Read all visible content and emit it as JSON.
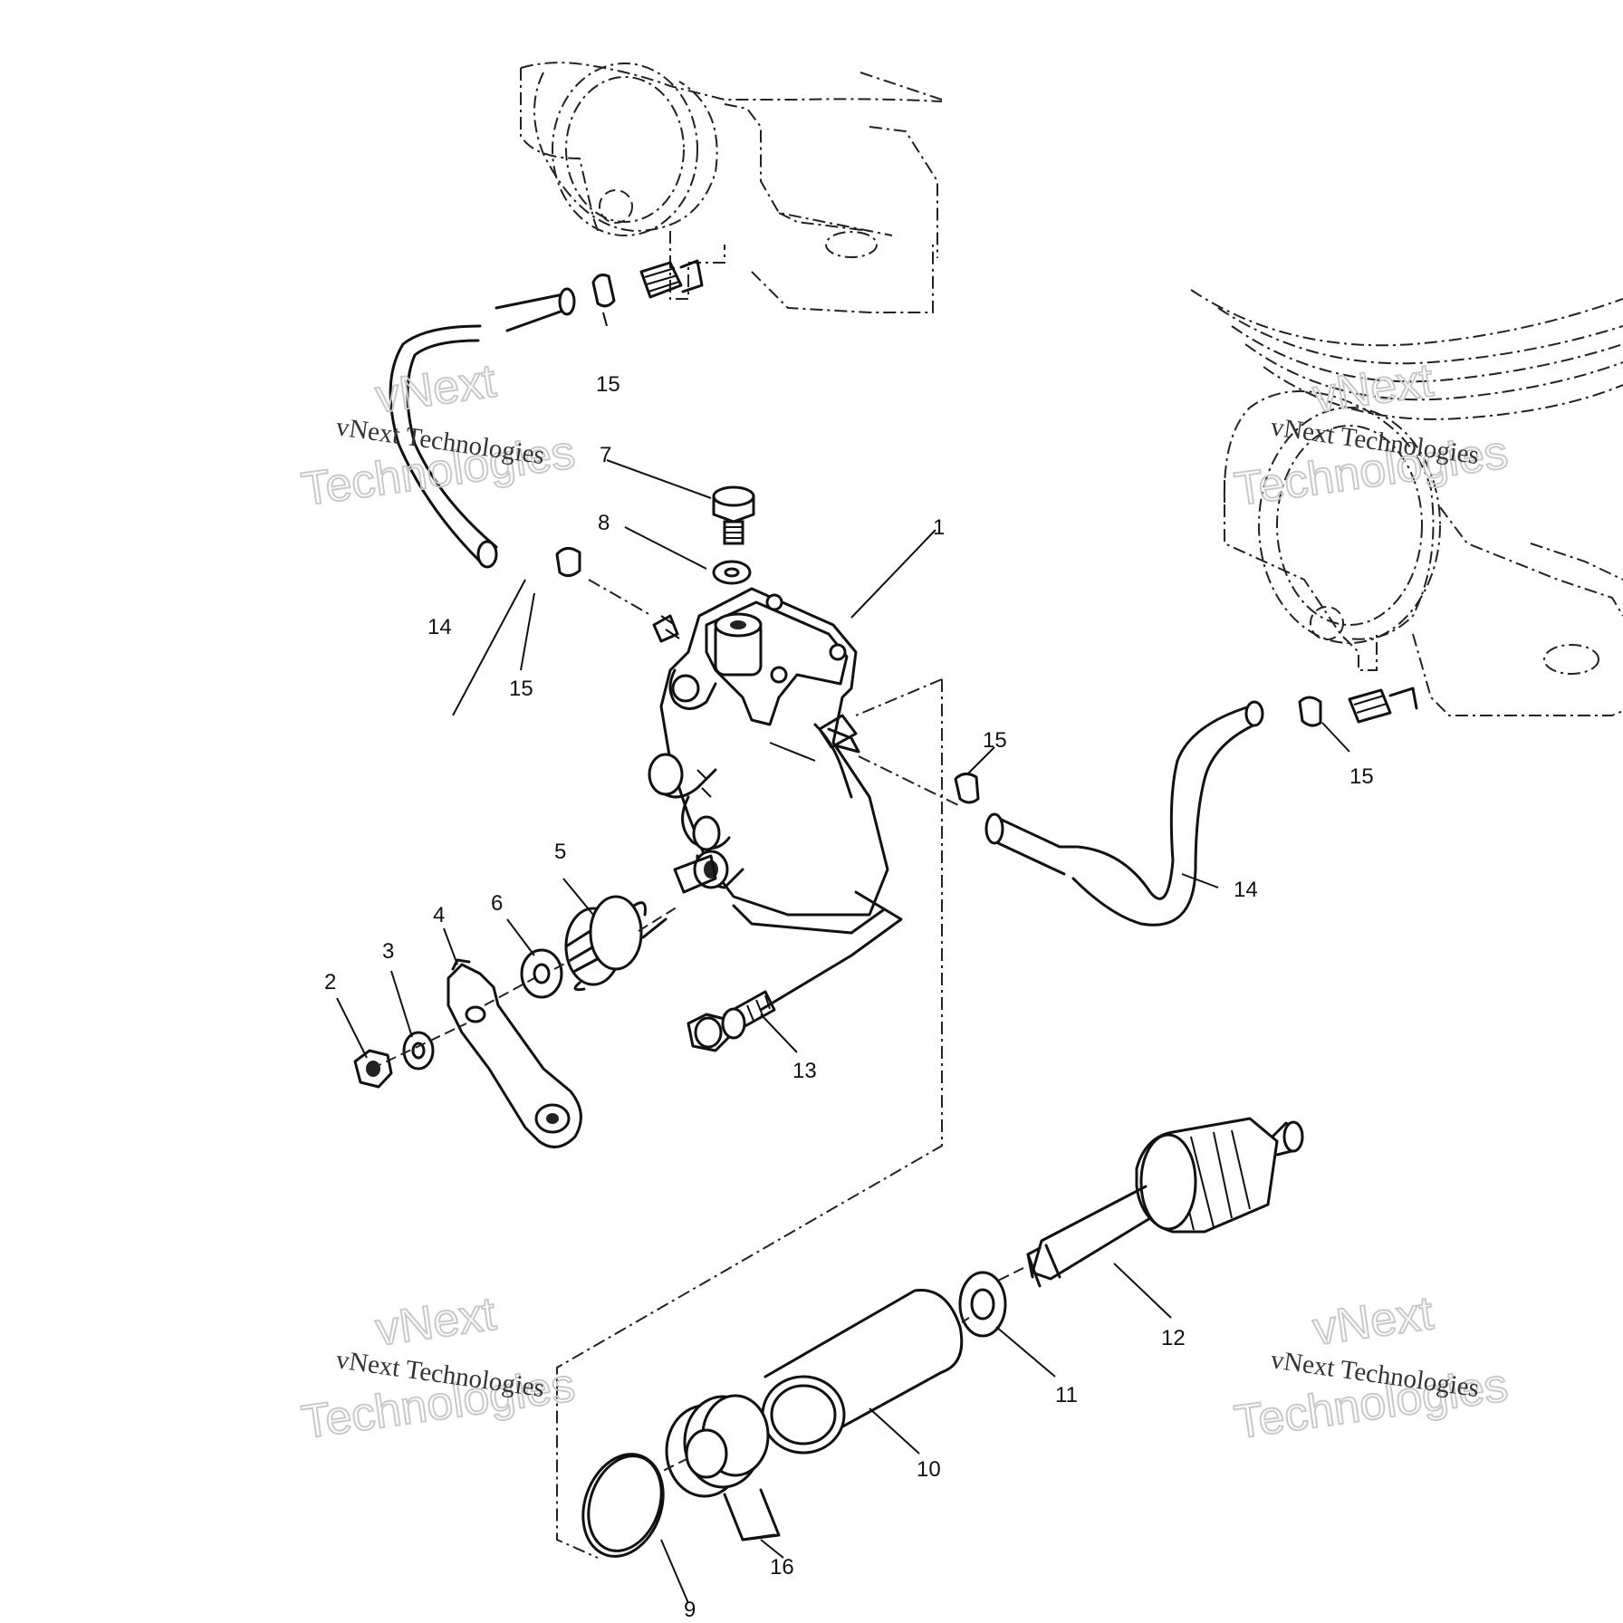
{
  "parts": [
    {
      "id": "1"
    },
    {
      "id": "2"
    },
    {
      "id": "3"
    },
    {
      "id": "4"
    },
    {
      "id": "5"
    },
    {
      "id": "6"
    },
    {
      "id": "7"
    },
    {
      "id": "8"
    },
    {
      "id": "9"
    },
    {
      "id": "10"
    },
    {
      "id": "11"
    },
    {
      "id": "12"
    },
    {
      "id": "13"
    },
    {
      "id": "14"
    },
    {
      "id": "15"
    },
    {
      "id": "16"
    }
  ],
  "watermark": {
    "text_small": "vNext Technologies",
    "text_large_1": "vNext",
    "text_large_2": "Technologies"
  }
}
